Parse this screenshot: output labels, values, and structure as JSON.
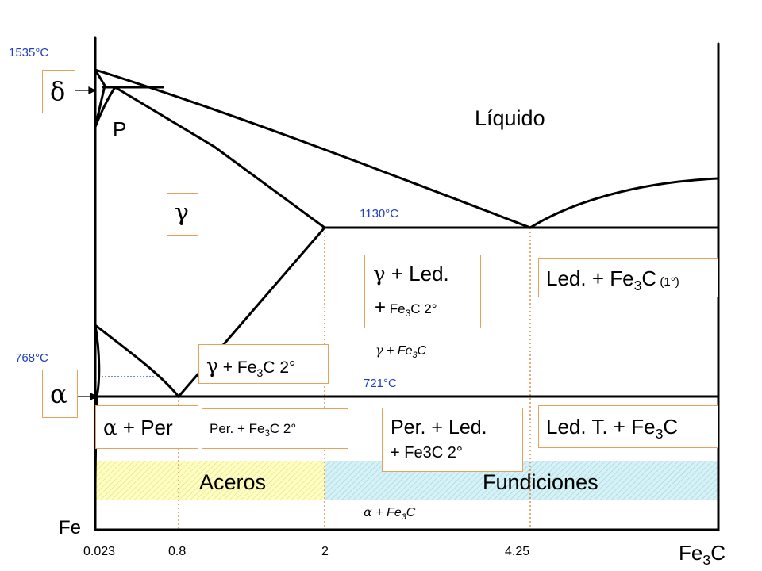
{
  "colors": {
    "line": "#000000",
    "box_border": "#e8a05a",
    "temp_label": "#1f3fbf",
    "aceros_fill": "#ffffb8",
    "fundiciones_fill": "#c7ecf2",
    "dotted": "#e07830"
  },
  "temps": {
    "t1535": "1535°C",
    "t1130": "1130°C",
    "t768": "768°C",
    "t721": "721°C"
  },
  "axis": {
    "fe": "Fe",
    "fe3c_main": "Fe",
    "fe3c_sub": "3",
    "fe3c_tail": "C",
    "ticks": [
      "0.023",
      "0.8",
      "2",
      "4.25"
    ]
  },
  "phases": {
    "liquido": "Líquido",
    "p": "P",
    "delta": "δ",
    "gamma": "γ",
    "alpha": "α",
    "gamma_led_symbol": "γ",
    "gamma_led_line1": " + Led.",
    "gamma_led_line2_plus": "+",
    "gamma_led_line2_a": " Fe",
    "gamma_led_line2_sub": "3",
    "gamma_led_line2_b": "C 2°",
    "led_fe3c_a": "Led. + Fe",
    "led_fe3c_sub": "3",
    "led_fe3c_b": "C",
    "led_fe3c_small": " (1°)",
    "gamma_fe3c_symbol": "γ",
    "gamma_fe3c_a": " + Fe",
    "gamma_fe3c_sub": "3",
    "gamma_fe3c_b": "C 2°",
    "gamma_fe3c_italic_symbol": "γ",
    "gamma_fe3c_italic_a": " + Fe",
    "gamma_fe3c_italic_sub": "3",
    "gamma_fe3c_italic_b": "C",
    "alpha_per_symbol": "α",
    "alpha_per_text": " + Per",
    "per_fe3c_a": "Per. + Fe",
    "per_fe3c_sub": "3",
    "per_fe3c_b": "C 2°",
    "per_led_line1": "Per. + Led.",
    "per_led_line2": "+ Fe3C 2°",
    "ledt_a": "Led. T. + Fe",
    "ledt_sub": "3",
    "ledt_b": "C",
    "alpha_fe3c_symbol": "α",
    "alpha_fe3c_a": " + Fe",
    "alpha_fe3c_sub": "3",
    "alpha_fe3c_b": "C"
  },
  "bands": {
    "aceros": "Aceros",
    "fundiciones": "Fundiciones"
  }
}
